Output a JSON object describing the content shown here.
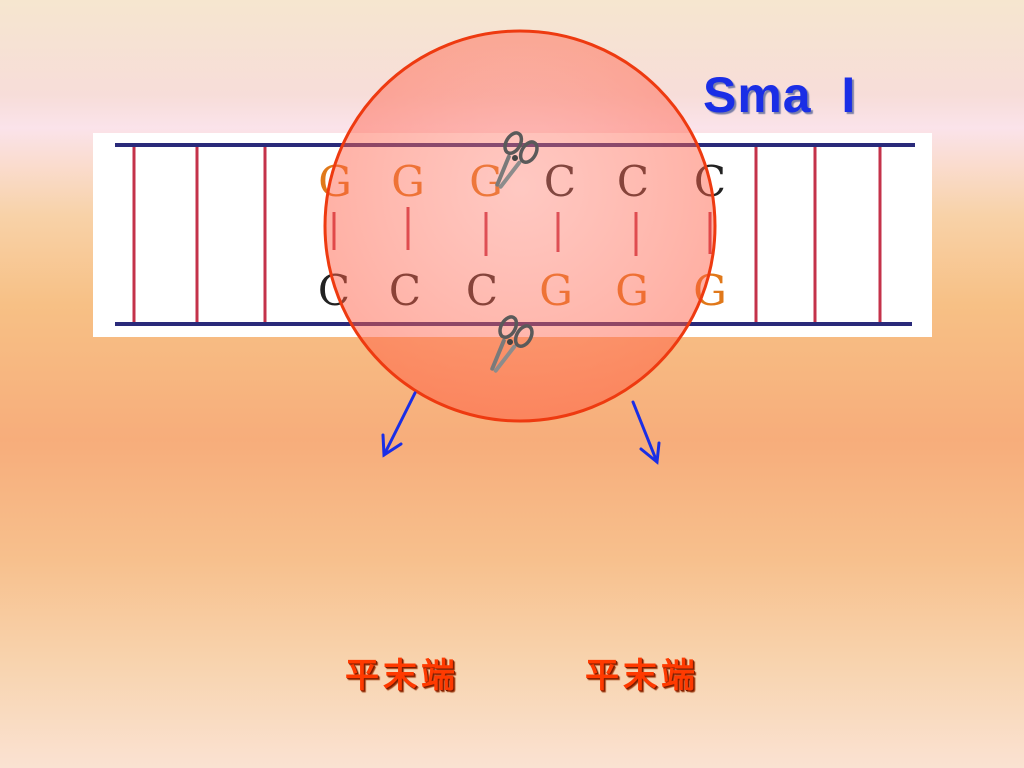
{
  "slide": {
    "title": "Sma  I",
    "enzyme_site": {
      "top_strand": [
        "G",
        "G",
        "G",
        "C",
        "C",
        "C"
      ],
      "bottom_strand": [
        "C",
        "C",
        "C",
        "G",
        "G",
        "G"
      ]
    },
    "left_end_label": "平末端",
    "right_end_label": "平末端"
  },
  "colors": {
    "title": "#1a2ee6",
    "strand": "#2a2a7a",
    "rung": "#c4324a",
    "base_g": "#e0781a",
    "base_c": "#222222",
    "circle_stroke": "#ee3a10",
    "arrow": "#1a2ee6",
    "label": "#ff3a00"
  }
}
